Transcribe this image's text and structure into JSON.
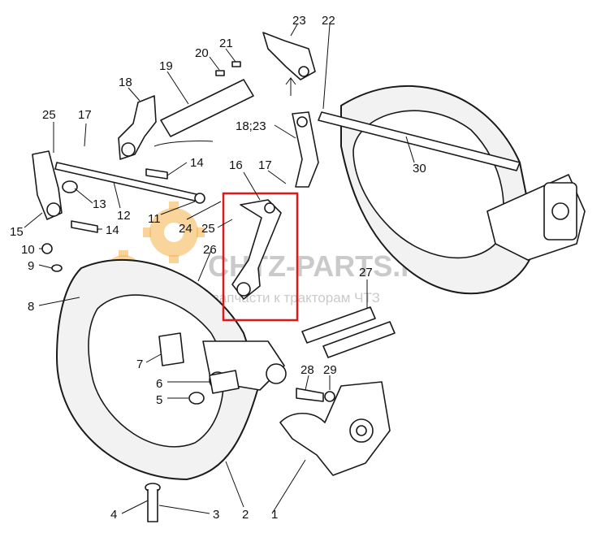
{
  "watermark": {
    "title": "CHTZ-PARTS.RU",
    "subtitle": "запчасти к тракторам ЧТЗ"
  },
  "highlight": {
    "color": "#e01818",
    "target_part": "16"
  },
  "callouts": [
    {
      "id": "c1",
      "label": "1"
    },
    {
      "id": "c2",
      "label": "2"
    },
    {
      "id": "c3",
      "label": "3"
    },
    {
      "id": "c4",
      "label": "4"
    },
    {
      "id": "c5",
      "label": "5"
    },
    {
      "id": "c6",
      "label": "6"
    },
    {
      "id": "c7",
      "label": "7"
    },
    {
      "id": "c8",
      "label": "8"
    },
    {
      "id": "c9",
      "label": "9"
    },
    {
      "id": "c10",
      "label": "10"
    },
    {
      "id": "c11",
      "label": "11"
    },
    {
      "id": "c12",
      "label": "12"
    },
    {
      "id": "c13",
      "label": "13"
    },
    {
      "id": "c14a",
      "label": "14"
    },
    {
      "id": "c14b",
      "label": "14"
    },
    {
      "id": "c15",
      "label": "15"
    },
    {
      "id": "c16",
      "label": "16"
    },
    {
      "id": "c17a",
      "label": "17"
    },
    {
      "id": "c17b",
      "label": "17"
    },
    {
      "id": "c18",
      "label": "18"
    },
    {
      "id": "c18_23",
      "label": "18;23"
    },
    {
      "id": "c19",
      "label": "19"
    },
    {
      "id": "c20",
      "label": "20"
    },
    {
      "id": "c21",
      "label": "21"
    },
    {
      "id": "c22",
      "label": "22"
    },
    {
      "id": "c23",
      "label": "23"
    },
    {
      "id": "c24",
      "label": "24"
    },
    {
      "id": "c25a",
      "label": "25"
    },
    {
      "id": "c25b",
      "label": "25"
    },
    {
      "id": "c26",
      "label": "26"
    },
    {
      "id": "c27",
      "label": "27"
    },
    {
      "id": "c28",
      "label": "28"
    },
    {
      "id": "c29",
      "label": "29"
    },
    {
      "id": "c30",
      "label": "30"
    }
  ]
}
